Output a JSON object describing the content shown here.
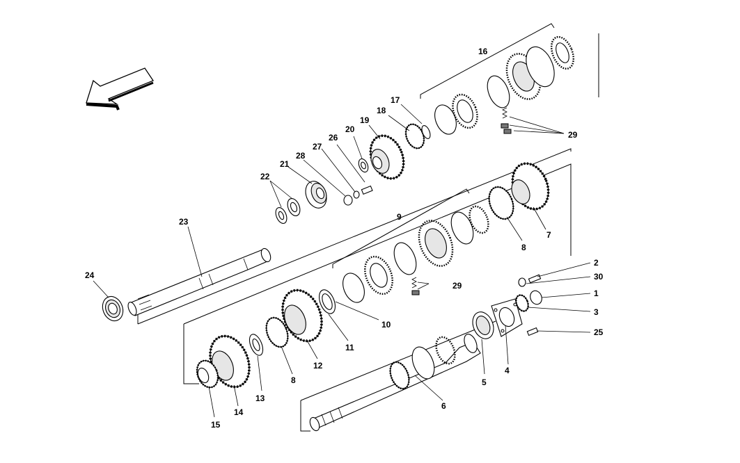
{
  "diagram": {
    "callouts": [
      {
        "id": "c1",
        "text": "1"
      },
      {
        "id": "c2",
        "text": "2"
      },
      {
        "id": "c3",
        "text": "3"
      },
      {
        "id": "c4",
        "text": "4"
      },
      {
        "id": "c5",
        "text": "5"
      },
      {
        "id": "c6",
        "text": "6"
      },
      {
        "id": "c7",
        "text": "7"
      },
      {
        "id": "c8a",
        "text": "8"
      },
      {
        "id": "c8b",
        "text": "8"
      },
      {
        "id": "c9",
        "text": "9"
      },
      {
        "id": "c10",
        "text": "10"
      },
      {
        "id": "c11",
        "text": "11"
      },
      {
        "id": "c12",
        "text": "12"
      },
      {
        "id": "c13",
        "text": "13"
      },
      {
        "id": "c14",
        "text": "14"
      },
      {
        "id": "c15",
        "text": "15"
      },
      {
        "id": "c16",
        "text": "16"
      },
      {
        "id": "c17",
        "text": "17"
      },
      {
        "id": "c18",
        "text": "18"
      },
      {
        "id": "c19",
        "text": "19"
      },
      {
        "id": "c20",
        "text": "20"
      },
      {
        "id": "c21",
        "text": "21"
      },
      {
        "id": "c22",
        "text": "22"
      },
      {
        "id": "c23",
        "text": "23"
      },
      {
        "id": "c24",
        "text": "24"
      },
      {
        "id": "c25",
        "text": "25"
      },
      {
        "id": "c26",
        "text": "26"
      },
      {
        "id": "c27",
        "text": "27"
      },
      {
        "id": "c28",
        "text": "28"
      },
      {
        "id": "c29a",
        "text": "29"
      },
      {
        "id": "c29b",
        "text": "29"
      },
      {
        "id": "c30",
        "text": "30"
      }
    ],
    "arrow_icon": "direction-arrow-icon"
  }
}
